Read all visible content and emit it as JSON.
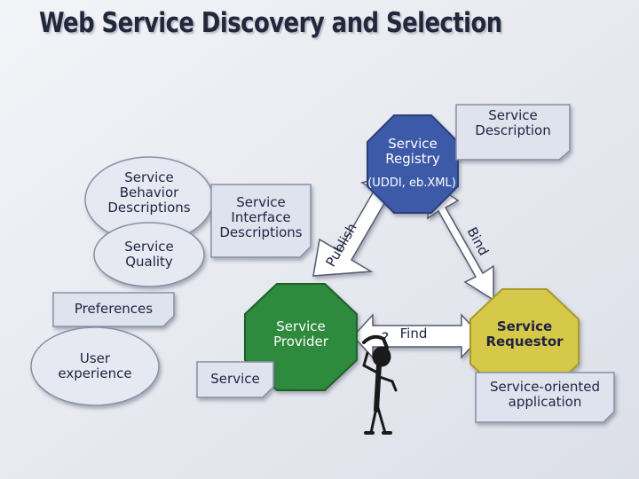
{
  "title": "Web Service Discovery and Selection",
  "registry": {
    "line1": "Service",
    "line2": "Registry",
    "line3": "(UDDI, eb.XML)"
  },
  "service_description": {
    "line1": "Service",
    "line2": "Description"
  },
  "behavior": {
    "line1": "Service",
    "line2": "Behavior",
    "line3": "Descriptions"
  },
  "interface": {
    "line1": "Service",
    "line2": "Interface",
    "line3": "Descriptions"
  },
  "quality": {
    "line1": "Service",
    "line2": "Quality"
  },
  "preferences": "Preferences",
  "user_experience": {
    "line1": "User",
    "line2": "experience"
  },
  "provider": {
    "line1": "Service",
    "line2": "Provider"
  },
  "service": "Service",
  "requestor": {
    "line1": "Service",
    "line2": "Requestor"
  },
  "soa_app": {
    "line1": "Service-oriented",
    "line2": "application"
  },
  "arrows": {
    "publish": "Publish",
    "bind": "Bind",
    "find": "Find",
    "question": "?"
  },
  "colors": {
    "registry": "#3d5aa8",
    "provider": "#2f8a3c",
    "requestor": "#d6c84a",
    "note_fill": "#dfe3ee",
    "note_border": "#8890a6"
  },
  "icons": [
    "thinking-person-icon"
  ]
}
